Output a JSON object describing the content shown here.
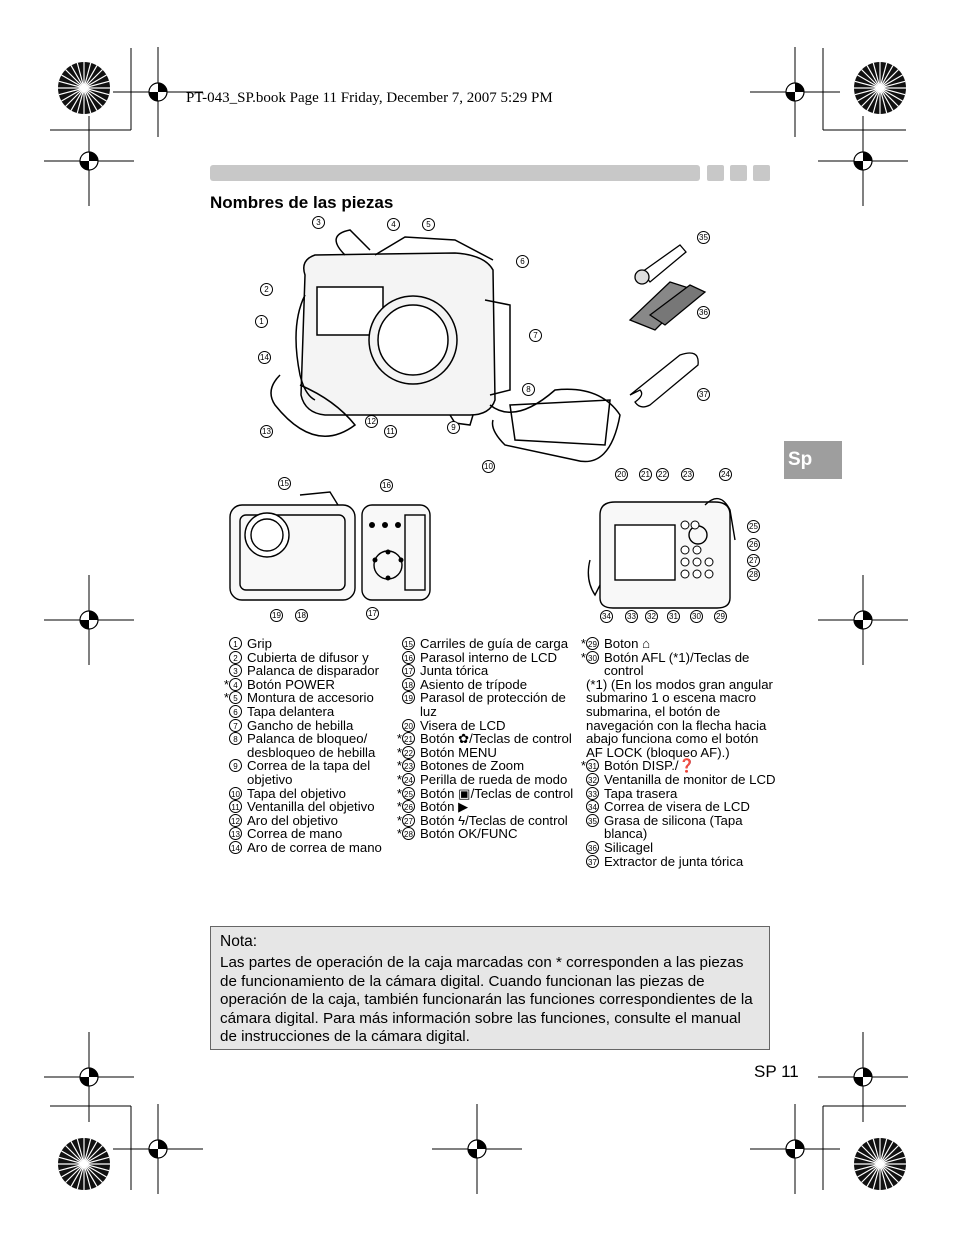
{
  "header": {
    "text": "PT-043_SP.book  Page 11  Friday, December 7, 2007  5:29 PM"
  },
  "section_title": "Nombres de las piezas",
  "side_tab": "Sp",
  "figure_callouts": [
    "1",
    "2",
    "3",
    "4",
    "5",
    "6",
    "7",
    "8",
    "9",
    "10",
    "11",
    "12",
    "13",
    "14",
    "15",
    "16",
    "17",
    "18",
    "19",
    "20",
    "21",
    "22",
    "23",
    "24",
    "25",
    "26",
    "27",
    "28",
    "29",
    "30",
    "31",
    "32",
    "33",
    "34",
    "35",
    "36",
    "37"
  ],
  "parts_col1": [
    {
      "ast": "",
      "num": "1",
      "text": "Grip"
    },
    {
      "ast": "",
      "num": "2",
      "text": "Cubierta de difusor y"
    },
    {
      "ast": "",
      "num": "3",
      "text": "Palanca de disparador"
    },
    {
      "ast": "*",
      "num": "4",
      "text": "Botón POWER"
    },
    {
      "ast": "*",
      "num": "5",
      "text": "Montura de accesorio"
    },
    {
      "ast": "",
      "num": "6",
      "text": "Tapa delantera"
    },
    {
      "ast": "",
      "num": "7",
      "text": "Gancho de hebilla"
    },
    {
      "ast": "",
      "num": "8",
      "text": "Palanca de bloqueo/ desbloqueo de hebilla"
    },
    {
      "ast": "",
      "num": "9",
      "text": "Correa de la tapa del objetivo"
    },
    {
      "ast": "",
      "num": "10",
      "text": "Tapa del objetivo"
    },
    {
      "ast": "",
      "num": "11",
      "text": "Ventanilla del objetivo"
    },
    {
      "ast": "",
      "num": "12",
      "text": "Aro del objetivo"
    },
    {
      "ast": "",
      "num": "13",
      "text": "Correa de mano"
    },
    {
      "ast": "",
      "num": "14",
      "text": "Aro de correa de mano"
    }
  ],
  "parts_col2": [
    {
      "ast": "",
      "num": "15",
      "text": "Carriles de guía de carga"
    },
    {
      "ast": "",
      "num": "16",
      "text": "Parasol interno de LCD"
    },
    {
      "ast": "",
      "num": "17",
      "text": "Junta tórica"
    },
    {
      "ast": "",
      "num": "18",
      "text": "Asiento de trípode"
    },
    {
      "ast": "",
      "num": "19",
      "text": "Parasol de protección de luz"
    },
    {
      "ast": "",
      "num": "20",
      "text": "Visera de LCD"
    },
    {
      "ast": "*",
      "num": "21",
      "text": "Botón ✿/Teclas de control"
    },
    {
      "ast": "*",
      "num": "22",
      "text": "Botón MENU"
    },
    {
      "ast": "*",
      "num": "23",
      "text": "Botones de Zoom"
    },
    {
      "ast": "*",
      "num": "24",
      "text": "Perilla de rueda de modo"
    },
    {
      "ast": "*",
      "num": "25",
      "text": "Botón ▣/Teclas de control"
    },
    {
      "ast": "*",
      "num": "26",
      "text": "Botón ▶"
    },
    {
      "ast": "*",
      "num": "27",
      "text": "Botón ϟ/Teclas de control"
    },
    {
      "ast": "*",
      "num": "28",
      "text": "Botón OK/FUNC"
    }
  ],
  "parts_col3": [
    {
      "ast": "*",
      "num": "29",
      "text": "Boton ⌂"
    },
    {
      "ast": "*",
      "num": "30",
      "text": "Botón AFL (*1)/Teclas de control"
    },
    {
      "ast": "",
      "num": "",
      "text": "(*1) (En los modos gran angular submarino 1 o escena macro submarina, el botón de navegación con la flecha hacia abajo funciona como el botón AF LOCK (bloqueo AF).)"
    },
    {
      "ast": "*",
      "num": "31",
      "text": "Botón DISP./❓"
    },
    {
      "ast": "",
      "num": "32",
      "text": "Ventanilla de monitor de LCD"
    },
    {
      "ast": "",
      "num": "33",
      "text": "Tapa trasera"
    },
    {
      "ast": "",
      "num": "34",
      "text": "Correa de visera de LCD"
    },
    {
      "ast": "",
      "num": "35",
      "text": "Grasa de silicona (Tapa blanca)"
    },
    {
      "ast": "",
      "num": "36",
      "text": "Silicagel"
    },
    {
      "ast": "",
      "num": "37",
      "text": "Extractor de junta tórica"
    }
  ],
  "note": {
    "title": "Nota:",
    "body": "Las partes de operación de la caja marcadas con * corresponden a las piezas de funcionamiento de la cámara digital. Cuando funcionan las piezas de operación de la caja, también funcionarán las funciones correspondientes de la cámara digital. Para más información sobre las funciones, consulte el manual de instrucciones de la cámara digital."
  },
  "page_number": "SP 11"
}
